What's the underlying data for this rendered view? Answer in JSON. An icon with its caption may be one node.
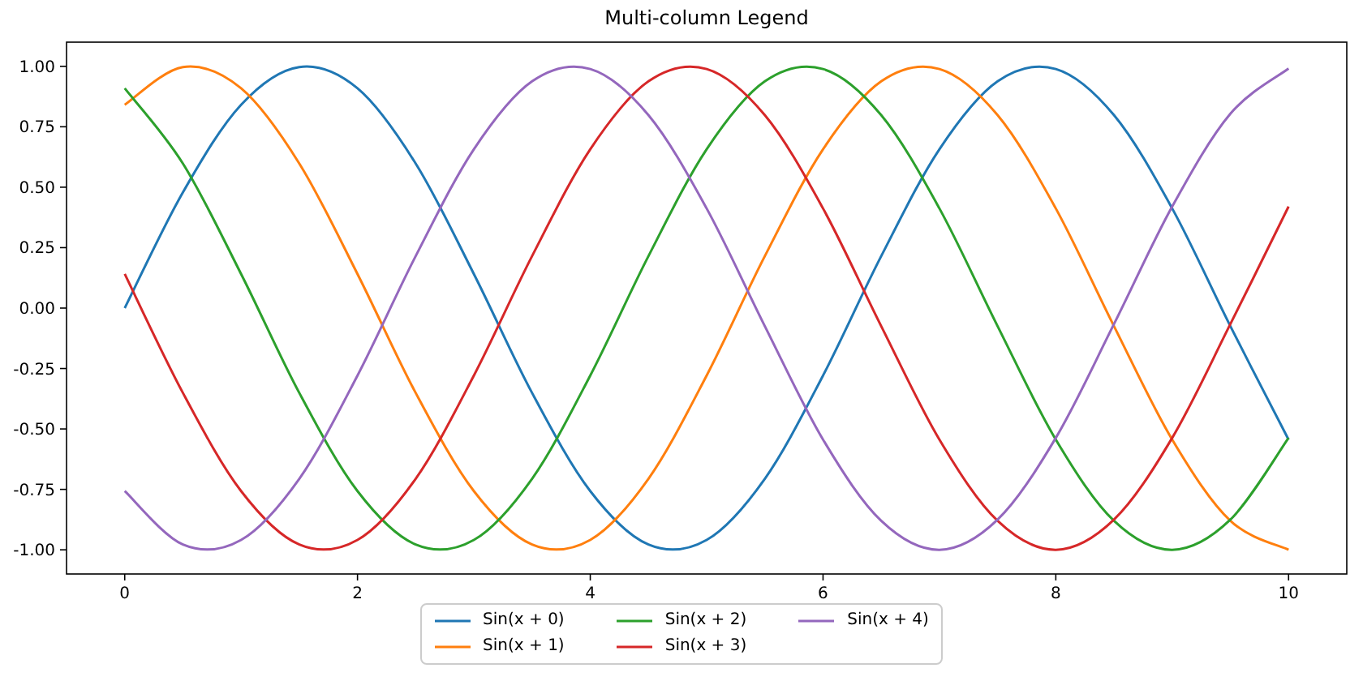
{
  "diagram": {
    "chart_data": {
      "type": "line",
      "title": "Multi-column Legend",
      "x": [
        0,
        0.5,
        1,
        1.5,
        2,
        2.5,
        3,
        3.5,
        4,
        4.5,
        5,
        5.5,
        6,
        6.5,
        7,
        7.5,
        8,
        8.5,
        9,
        9.5,
        10
      ],
      "series": [
        {
          "name": "Sin(x + 0)",
          "color": "#1f77b4",
          "values": [
            0,
            0.479,
            0.841,
            0.997,
            0.909,
            0.598,
            0.141,
            -0.351,
            -0.757,
            -0.978,
            -0.959,
            -0.706,
            -0.279,
            0.215,
            0.657,
            0.938,
            0.989,
            0.798,
            0.412,
            -0.075,
            -0.544
          ]
        },
        {
          "name": "Sin(x + 1)",
          "color": "#ff7f0e",
          "values": [
            0.841,
            0.997,
            0.909,
            0.598,
            0.141,
            -0.351,
            -0.757,
            -0.978,
            -0.959,
            -0.706,
            -0.279,
            0.215,
            0.657,
            0.938,
            0.989,
            0.798,
            0.412,
            -0.075,
            -0.544,
            -0.88,
            -1
          ]
        },
        {
          "name": "Sin(x + 2)",
          "color": "#2ca02c",
          "values": [
            0.909,
            0.598,
            0.141,
            -0.351,
            -0.757,
            -0.978,
            -0.959,
            -0.706,
            -0.279,
            0.215,
            0.657,
            0.938,
            0.989,
            0.798,
            0.412,
            -0.075,
            -0.544,
            -0.88,
            -1,
            -0.875,
            -0.537
          ]
        },
        {
          "name": "Sin(x + 3)",
          "color": "#d62728",
          "values": [
            0.141,
            -0.351,
            -0.757,
            -0.978,
            -0.959,
            -0.706,
            -0.279,
            0.215,
            0.657,
            0.938,
            0.989,
            0.798,
            0.412,
            -0.075,
            -0.544,
            -0.88,
            -1,
            -0.875,
            -0.537,
            -0.066,
            0.42
          ]
        },
        {
          "name": "Sin(x + 4)",
          "color": "#9467bd",
          "values": [
            -0.757,
            -0.978,
            -0.959,
            -0.706,
            -0.279,
            0.215,
            0.657,
            0.938,
            0.989,
            0.798,
            0.412,
            -0.075,
            -0.544,
            -0.88,
            -1,
            -0.875,
            -0.537,
            -0.066,
            0.42,
            0.804,
            0.991
          ]
        }
      ],
      "legend": "below",
      "xlim": [
        -0.5,
        10.5
      ],
      "ylim": [
        -1.1,
        1.1
      ],
      "xticks": [
        0,
        2,
        4,
        6,
        8,
        10
      ],
      "yticks": [
        {
          "value": -1,
          "label": "-1.00"
        },
        {
          "value": -0.75,
          "label": "-0.75"
        },
        {
          "value": -0.5,
          "label": "-0.50"
        },
        {
          "value": -0.25,
          "label": "-0.25"
        },
        {
          "value": 0,
          "label": "0.00"
        },
        {
          "value": 0.25,
          "label": "0.25"
        },
        {
          "value": 0.5,
          "label": "0.50"
        },
        {
          "value": 0.75,
          "label": "0.75"
        },
        {
          "value": 1,
          "label": "1.00"
        }
      ]
    }
  }
}
